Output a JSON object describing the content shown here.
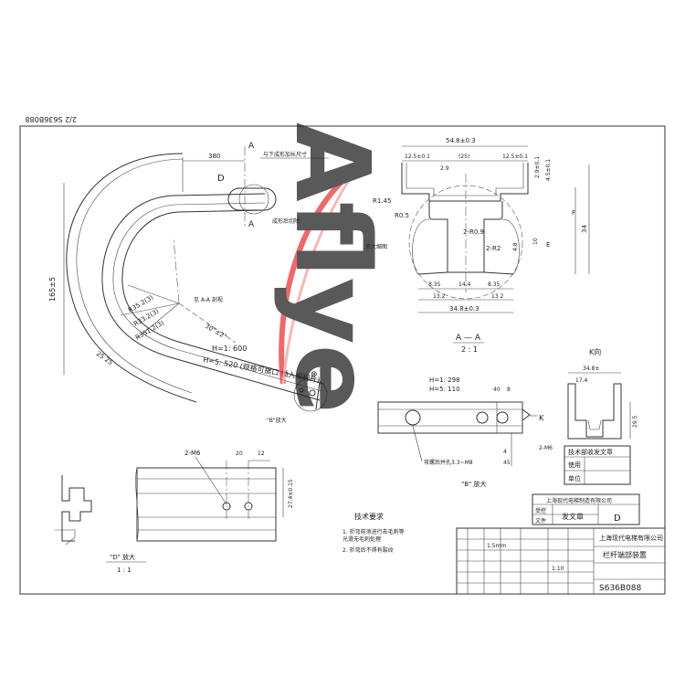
{
  "sheet_number_rotated": "2/2 S636B088",
  "main_view": {
    "dim_top": "380",
    "dim_outer_height": "165±5",
    "dim_r1": "R33.2(3)",
    "dim_r2": "R35.2(3)",
    "dim_r3": "R351.2(3)",
    "dim_angle": "30°±2°",
    "dim_bottom_len": "25 25",
    "label_d": "D",
    "label_a": "A",
    "note_top_right": "与下成形加长尺寸",
    "note_section": "见 A-A 剖视",
    "note_end": "成形后切除",
    "h_length": "H=1: 600",
    "h_length2": "H=5: 520 (规格可据口 插入规程片)",
    "note_b": "\"B\"放大",
    "circle_mark": "⊗"
  },
  "section_aa": {
    "dim_total": "54.8±0.3",
    "dim_left": "12.5±0.1",
    "dim_mid": "(25)",
    "dim_right": "12.5±0.1",
    "dim_2_9": "2.9",
    "dim_h1": "2.9±0.1",
    "dim_h2": "4.5±0.1",
    "dim_r145": "R1.45",
    "dim_r05": "R0.5",
    "dim_r09": "2-R0.9",
    "dim_r2": "2-R2",
    "dim_34": "34",
    "dim_f": "F",
    "dim_e": "E",
    "dim_10": "10",
    "dim_48": "4.8",
    "dim_835l": "8.35",
    "dim_144": "14.4",
    "dim_835r": "8.35",
    "dim_132l": "13.2",
    "dim_132r": "13.2",
    "dim_bottom": "34.8±0.3",
    "label_side": "放大缩图",
    "title": "A — A",
    "scale": "2 : 1"
  },
  "view_k": {
    "title": "K向",
    "dim_total": "34.8±",
    "dim_174": "17.4",
    "dim_295": "29.5"
  },
  "view_b": {
    "h_values": "H=1: 298",
    "h_values2": "H=5: 110",
    "dim_40": "40",
    "dim_8": "8",
    "label_k": "K",
    "label_2m6": "2-M6",
    "dim_45": "45",
    "dim_4": "4",
    "note_bottom": "攻螺后并孔3.3~M8",
    "title": "\"B\" 放大"
  },
  "view_d": {
    "label_2m6": "2-M6",
    "dim_20": "20",
    "dim_12": "12",
    "dim_side": "27.4±0.15",
    "title": "\"D\" 放大",
    "scale": "1 : 1"
  },
  "tech_req": {
    "title": "技术要求",
    "item1": "1. 折弯前须进行去毛刺等",
    "item1b": "   光滑无毛刺处理",
    "item2": "2. 折弯后不得有裂纹"
  },
  "approval": {
    "title": "技术部收发文章",
    "rows": [
      "使用",
      "单位"
    ]
  },
  "stamp": {
    "company": "上海现代电梯制造有限公司",
    "row1_left": "受控",
    "row1_right": "发文章",
    "row2_left": "文件",
    "row2_right": "",
    "letter": "D"
  },
  "title_block": {
    "company": "上海现代电梯有限公司",
    "part_name": "栏杆端部装置",
    "drawing_no": "S636B088",
    "scale_val": "1:10",
    "material": "1.5mm"
  },
  "watermark": "Aflye",
  "colors": {
    "watermark_gray": "#bfbfbf",
    "watermark_red": "#e8383d",
    "line": "#333333",
    "paper": "#ffffff"
  }
}
